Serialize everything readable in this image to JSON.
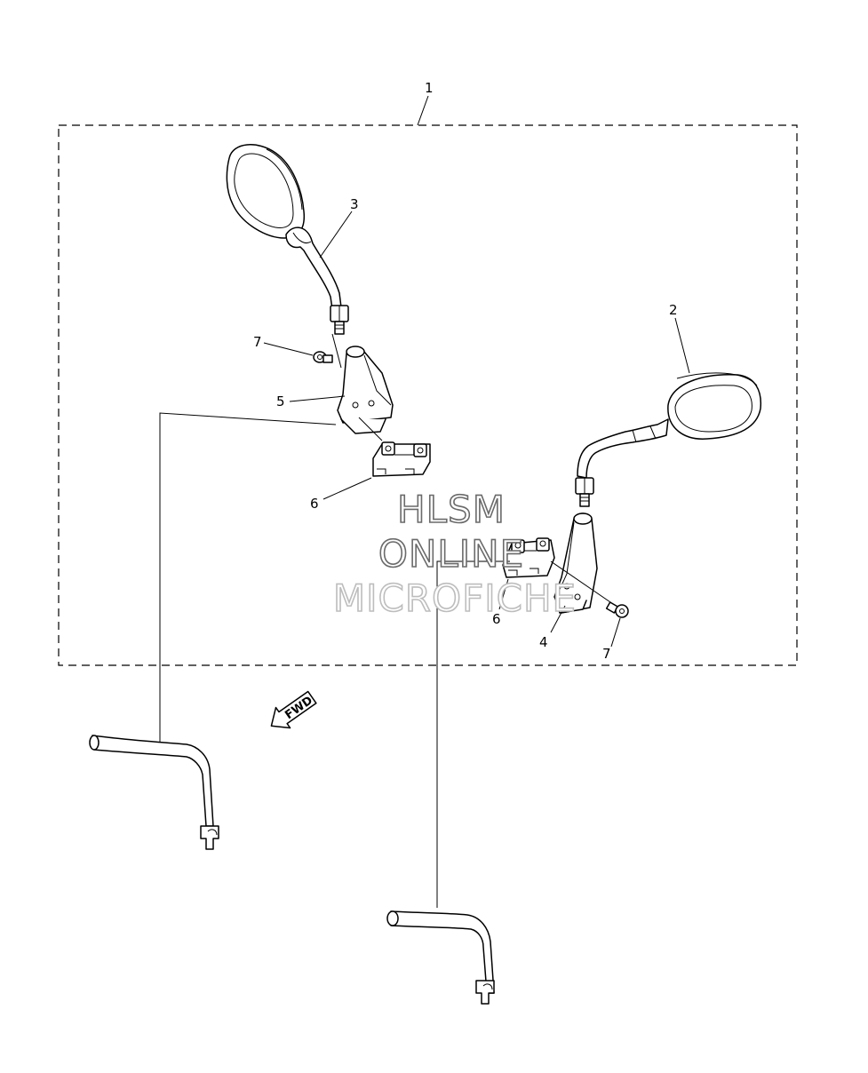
{
  "callouts": {
    "c1": "1",
    "c2": "2",
    "c3": "3",
    "c4": "4",
    "c5": "5",
    "c6a": "6",
    "c6b": "6",
    "c7a": "7",
    "c7b": "7"
  },
  "fwd_label": "FWD",
  "watermark": {
    "line1": "HLSM",
    "line2": "ONLINE",
    "line3": "MICROFICHE"
  },
  "colors": {
    "line": "#000000",
    "background": "#ffffff",
    "watermark_outline": "#6a6a6a"
  }
}
